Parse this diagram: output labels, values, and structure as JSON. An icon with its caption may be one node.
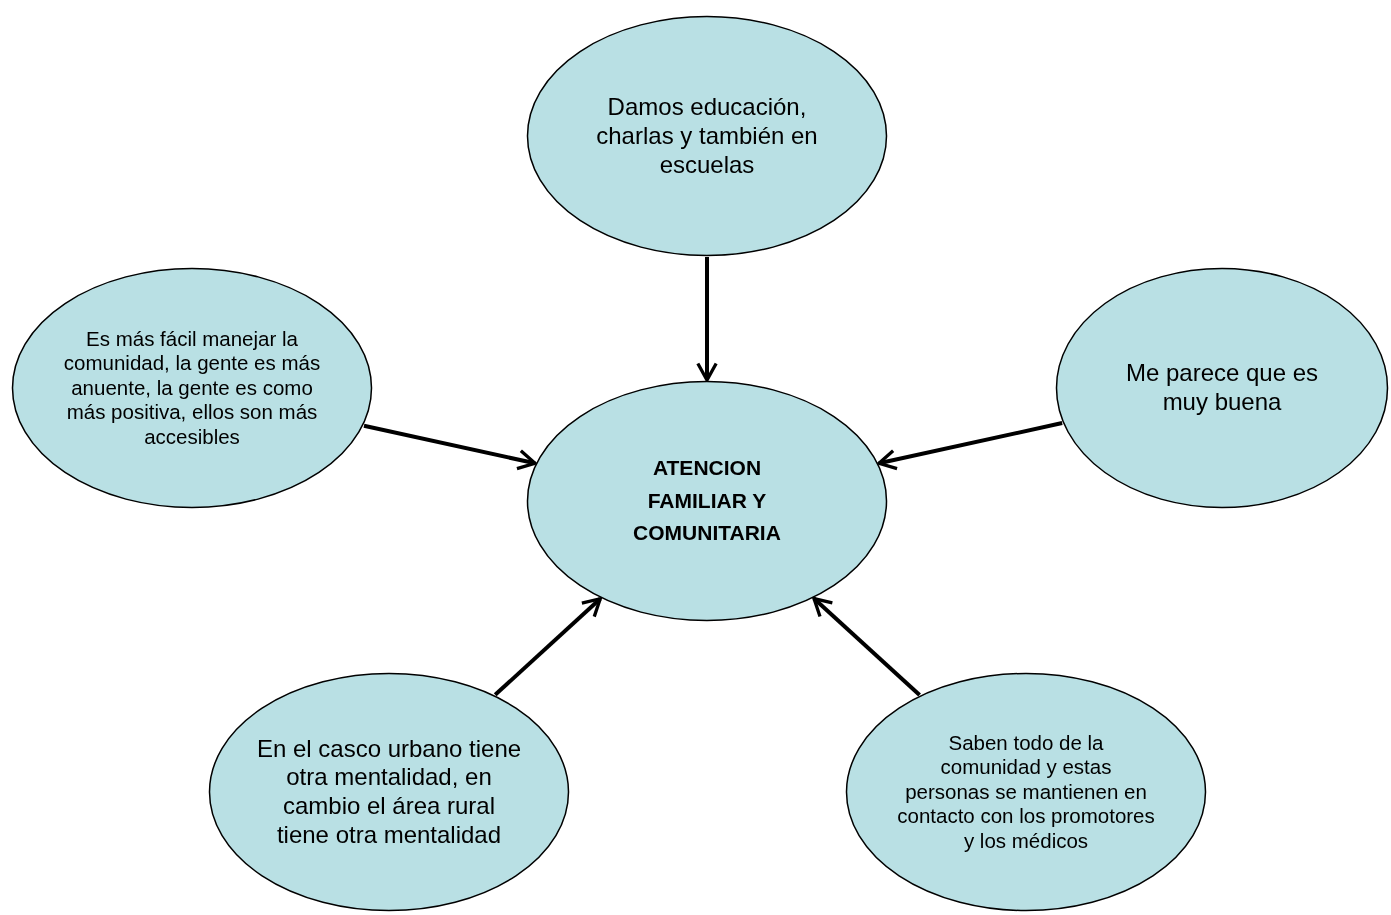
{
  "diagram": {
    "nodes": [
      {
        "text": [
          "Damos educación, charlas y también en escuelas"
        ]
      },
      {
        "text": [
          "Es más fácil manejar la comunidad, la gente es más anuente, la gente es como más positiva, ellos son más accesibles"
        ]
      },
      {
        "text": [
          "Me parece que es muy buena"
        ]
      },
      {
        "text": [
          "ATENCION FAMILIAR Y COMUNITARIA"
        ]
      },
      {
        "text": [
          "En el casco urbano tiene otra mentalidad, en cambio el área rural tiene otra mentalidad"
        ]
      },
      {
        "text": [
          "Saben todo de la comunidad y estas personas se mantienen en contacto con los promotores y los médicos"
        ]
      }
    ],
    "edges": [
      {
        "from": 0,
        "to": 3,
        "arrow": "to"
      },
      {
        "from": 1,
        "to": 3,
        "arrow": "to"
      },
      {
        "from": 2,
        "to": 3,
        "arrow": "to"
      },
      {
        "from": 4,
        "to": 3,
        "arrow": "to"
      },
      {
        "from": 5,
        "to": 3,
        "arrow": "to"
      }
    ]
  }
}
